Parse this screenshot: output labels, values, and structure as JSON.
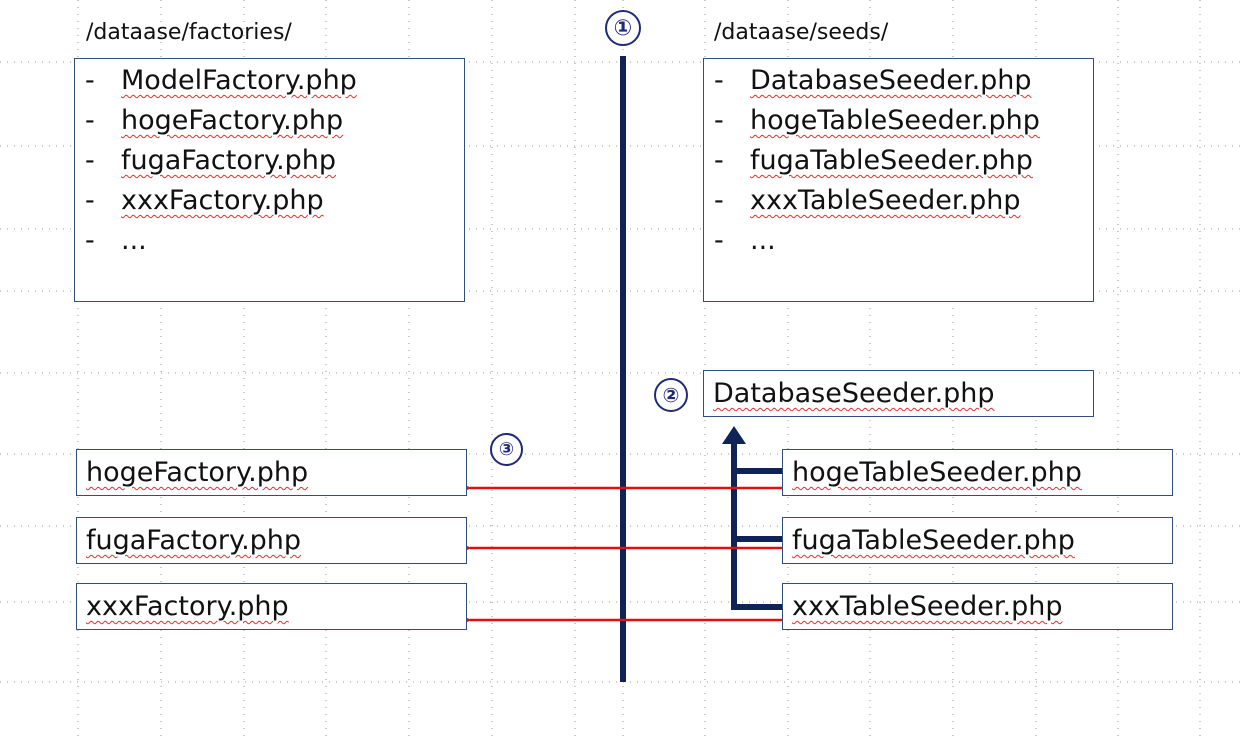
{
  "factories": {
    "path": "/dataase/factories/",
    "files": [
      "ModelFactory.php",
      "hogeFactory.php",
      "fugaFactory.php",
      "xxxFactory.php",
      "..."
    ]
  },
  "seeds": {
    "path": "/dataase/seeds/",
    "files": [
      "DatabaseSeeder.php",
      "hogeTableSeeder.php",
      "fugaTableSeeder.php",
      "xxxTableSeeder.php",
      "..."
    ]
  },
  "list_bullet": "-",
  "steps": [
    "①",
    "②",
    "③"
  ],
  "database_seeder": "DatabaseSeeder.php",
  "left_files": [
    "hogeFactory.php",
    "fugaFactory.php",
    "xxxFactory.php"
  ],
  "right_files": [
    "hogeTableSeeder.php",
    "fugaTableSeeder.php",
    "xxxTableSeeder.php"
  ],
  "colors": {
    "navy": "#0f2357",
    "red": "#e01010",
    "box_border": "#2f4f7f",
    "grid_dots": "#9a9a9a",
    "underline": "#e03030"
  }
}
